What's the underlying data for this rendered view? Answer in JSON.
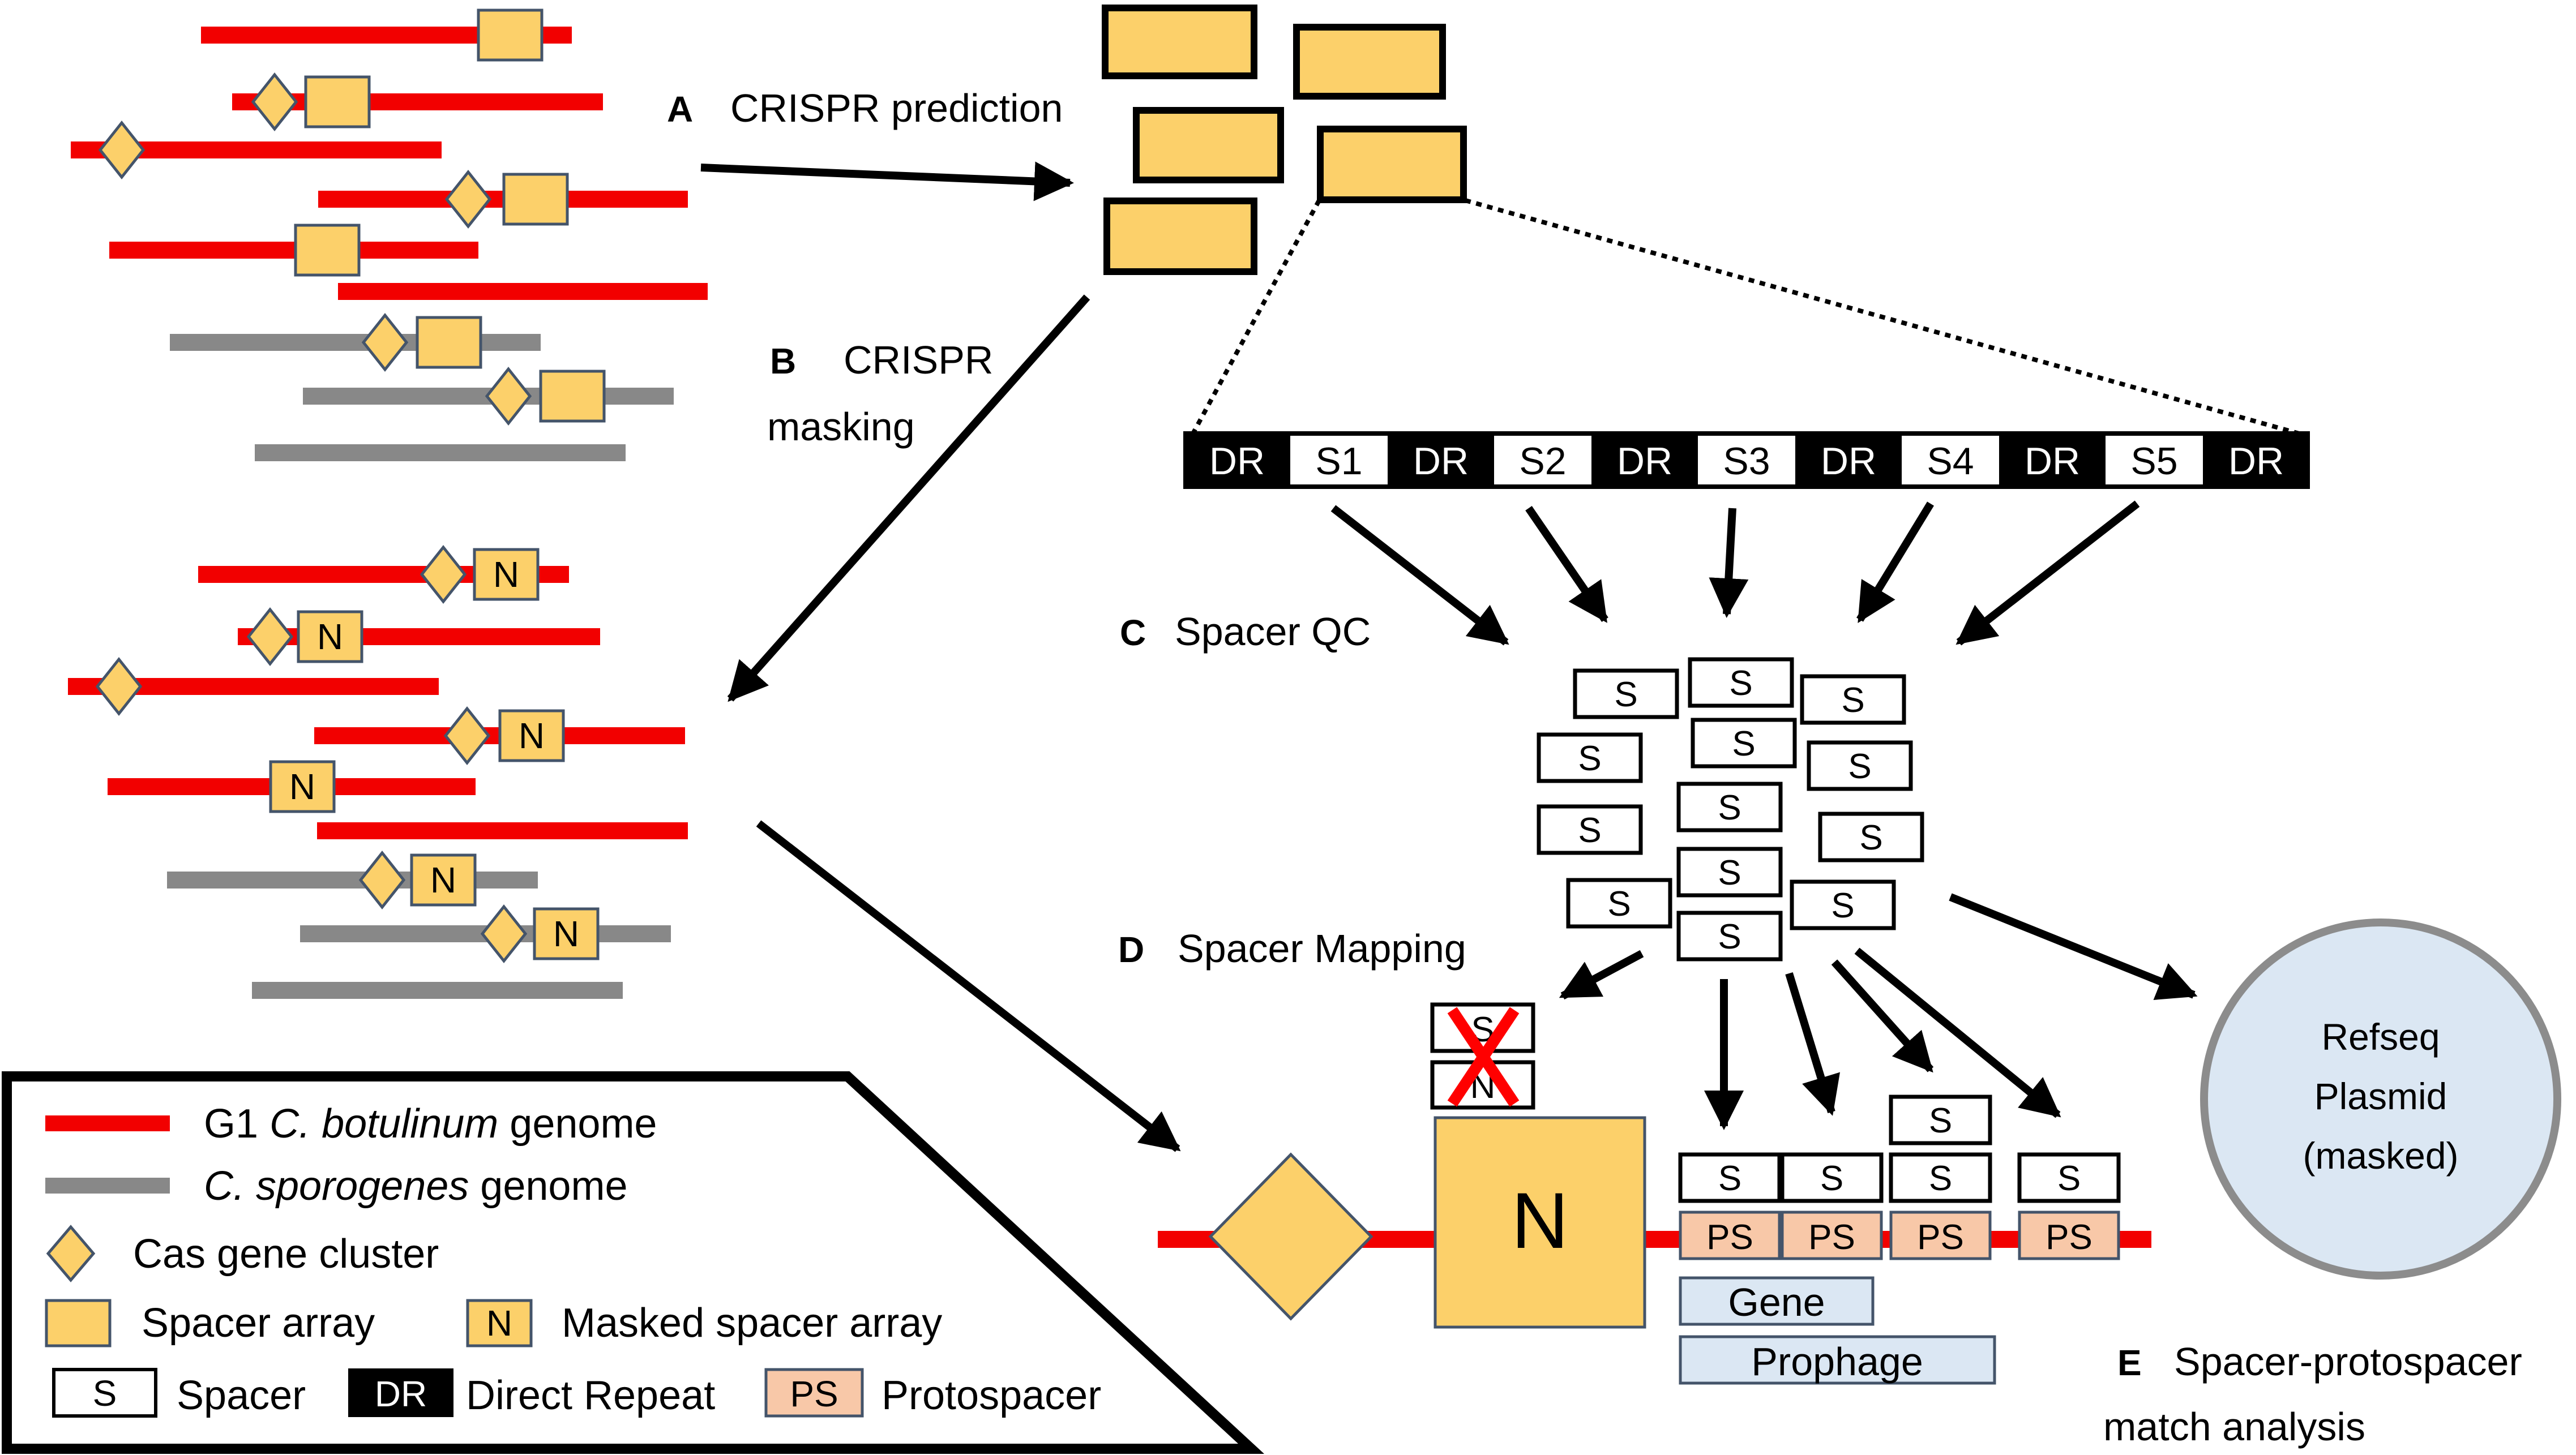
{
  "steps": {
    "a": {
      "letter": "A",
      "text": "CRISPR prediction"
    },
    "b": {
      "letter": "B",
      "line1": "CRISPR",
      "line2": "masking"
    },
    "c": {
      "letter": "C",
      "text": "Spacer QC"
    },
    "d": {
      "letter": "D",
      "text": "Spacer Mapping"
    },
    "e": {
      "letter": "E",
      "line1": "Spacer-protospacer",
      "line2": "match analysis"
    }
  },
  "array": {
    "segments": [
      "DR",
      "S1",
      "DR",
      "S2",
      "DR",
      "S3",
      "DR",
      "S4",
      "DR",
      "S5",
      "DR"
    ]
  },
  "glyphs": {
    "spacer": "S",
    "masked": "N",
    "protospacer": "PS"
  },
  "mapping": {
    "gene_label": "Gene",
    "prophage_label": "Prophage"
  },
  "plasmid": {
    "line1": "Refseq",
    "line2": "Plasmid",
    "line3": "(masked)"
  },
  "legend": {
    "genome_g1_prefix": "G1",
    "genome_g1_species": "C. botulinum",
    "genome_g1_suffix": "genome",
    "genome_cs_species": "C. sporogenes",
    "genome_cs_suffix": "genome",
    "cas_cluster": "Cas gene cluster",
    "spacer_array": "Spacer array",
    "masked_array": "Masked spacer array",
    "spacer": "Spacer",
    "direct_repeat": "Direct Repeat",
    "protospacer": "Protospacer",
    "key_s": "S",
    "key_n": "N",
    "key_dr": "DR",
    "key_ps": "PS"
  },
  "colors": {
    "red_genome": "#f20000",
    "gray_genome": "#888888",
    "gold": "#fcd06a",
    "box_border": "#44546a",
    "protospacer_fill": "#f8c8a8",
    "gene_fill": "#dbe7f3",
    "plasmid_fill": "#dbe7f3",
    "plasmid_border": "#8c8c8c",
    "x_mark": "#ff0000"
  }
}
